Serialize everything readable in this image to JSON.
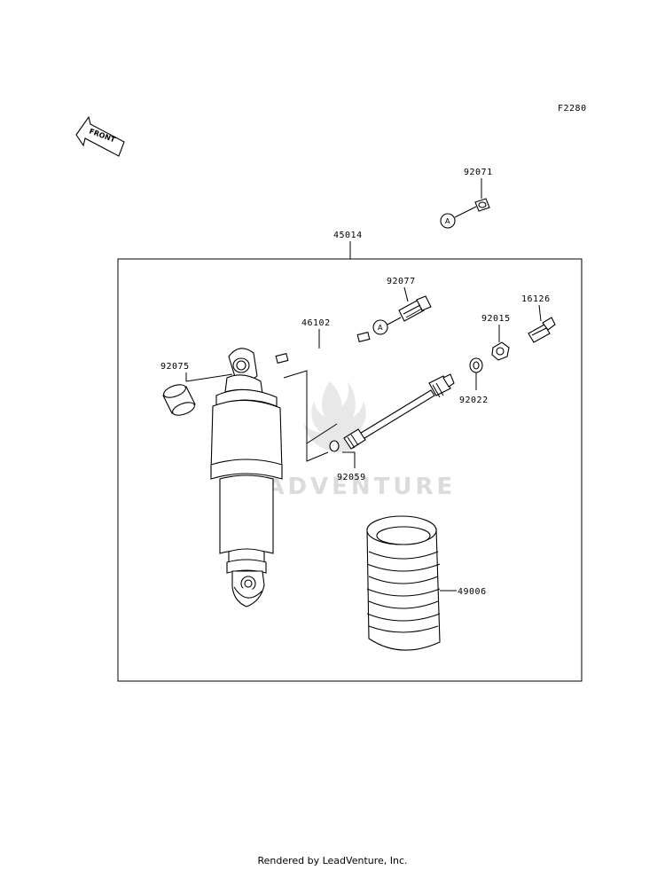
{
  "diagram_code": "F2280",
  "direction_label": "FRONT",
  "watermark": "LEADVENTURE",
  "callout_ref": "A",
  "parts": {
    "p92071": "92071",
    "p45014": "45014",
    "p92077": "92077",
    "p46102": "46102",
    "p16126": "16126",
    "p92015": "92015",
    "p92075": "92075",
    "p92022": "92022",
    "p92059": "92059",
    "p49006": "49006"
  },
  "footer": "Rendered by LeadVenture, Inc."
}
